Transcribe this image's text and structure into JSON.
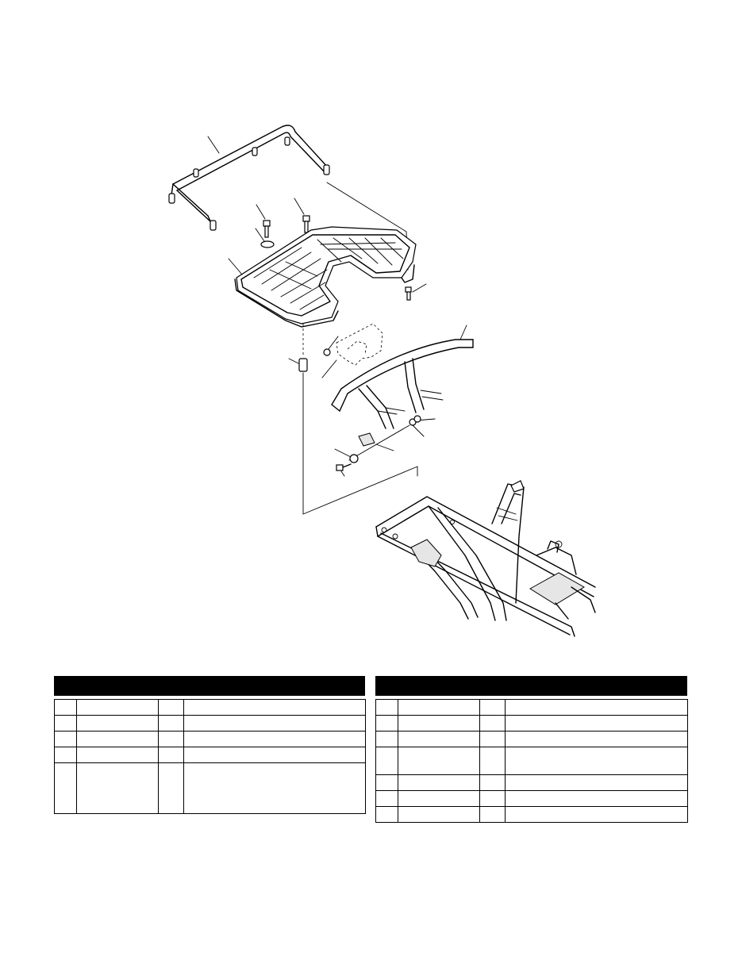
{
  "page": {
    "background": "#ffffff",
    "ink": "#000000"
  },
  "diagram": {
    "subject": "exploded view of rear rack assembly with handle bar, rack, brackets, fasteners and frame",
    "callouts": [
      {
        "id": "handle-bar"
      },
      {
        "id": "bolt-upper-left"
      },
      {
        "id": "bolt-upper-right"
      },
      {
        "id": "washer-upper"
      },
      {
        "id": "rear-rack"
      },
      {
        "id": "bolt-rack-right"
      },
      {
        "id": "collar"
      },
      {
        "id": "nut-bracket"
      },
      {
        "id": "cover-bracket"
      },
      {
        "id": "rack-stay"
      },
      {
        "id": "washer-stay"
      },
      {
        "id": "nut-stay"
      },
      {
        "id": "plate"
      },
      {
        "id": "washer-lower"
      },
      {
        "id": "bolt-lower"
      }
    ]
  },
  "tables": {
    "left": {
      "header_color": "#000000",
      "rows": [
        [
          "",
          "",
          "",
          ""
        ],
        [
          "",
          "",
          "",
          ""
        ],
        [
          "",
          "",
          "",
          ""
        ],
        [
          "",
          "",
          "",
          ""
        ],
        [
          "",
          "",
          "",
          ""
        ]
      ]
    },
    "right": {
      "header_color": "#000000",
      "rows": [
        [
          "",
          "",
          "",
          ""
        ],
        [
          "",
          "",
          "",
          ""
        ],
        [
          "",
          "",
          "",
          ""
        ],
        [
          "",
          "",
          "",
          ""
        ],
        [
          "",
          "",
          "",
          ""
        ],
        [
          "",
          "",
          "",
          ""
        ],
        [
          "",
          "",
          "",
          ""
        ]
      ]
    }
  }
}
